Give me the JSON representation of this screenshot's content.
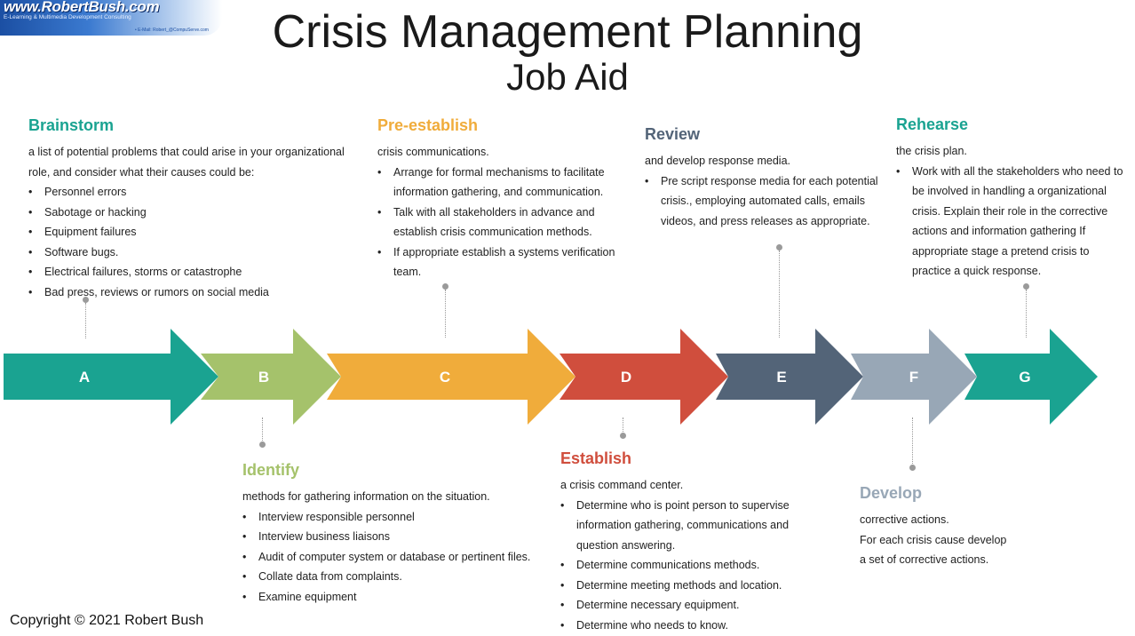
{
  "logo": {
    "url": "www.RobertBush.com",
    "tagline": "E-Learning & Multimedia Development Consulting",
    "email": "• E-Mail: Robert_@CompuServe.com"
  },
  "title": "Crisis Management Planning",
  "subtitle": "Job Aid",
  "steps": [
    {
      "letter": "A",
      "heading": "Brainstorm",
      "color": "#1aa391",
      "lead": "a list of potential problems that could arise in your organizational role, and consider what their causes could be:",
      "bullets": [
        "Personnel errors",
        "Sabotage or hacking",
        "Equipment failures",
        "Software bugs.",
        "Electrical failures, storms or catastrophe",
        "Bad press, reviews or rumors on social media"
      ]
    },
    {
      "letter": "B",
      "heading": "Identify",
      "color": "#a5c26b",
      "lead": "methods for gathering information on the situation.",
      "bullets": [
        "Interview responsible personnel",
        "Interview business liaisons",
        "Audit of computer system or database or pertinent files.",
        "Collate data from complaints.",
        "Examine equipment"
      ]
    },
    {
      "letter": "C",
      "heading": "Pre-establish",
      "color": "#f0ac3b",
      "lead": "crisis communications.",
      "bullets": [
        "Arrange for formal mechanisms to facilitate information gathering, and communication.",
        "Talk with all stakeholders in advance and establish crisis communication methods.",
        " If appropriate establish a systems verification team."
      ]
    },
    {
      "letter": "D",
      "heading": "Establish",
      "color": "#d04e3d",
      "lead": "a crisis command center.",
      "bullets": [
        "Determine who is point person to supervise information gathering, communications and question answering.",
        "Determine communications methods.",
        "Determine meeting methods and location.",
        "Determine necessary equipment.",
        "Determine who needs to know."
      ]
    },
    {
      "letter": "E",
      "heading": "Review",
      "color": "#536478",
      "lead": "and develop response media.",
      "bullets": [
        "Pre script response media for each potential crisis., employing automated calls, emails videos, and press releases as appropriate."
      ]
    },
    {
      "letter": "F",
      "heading": "Develop",
      "color": "#98a7b6",
      "lead": "corrective actions.",
      "extra": [
        "For each crisis cause develop",
        "a set of corrective actions."
      ],
      "bullets": []
    },
    {
      "letter": "G",
      "heading": "Rehearse",
      "color": "#1aa391",
      "lead": "the crisis plan.",
      "bullets": [
        "Work with all the stakeholders who need to be involved in handling a organizational crisis. Explain their role in the corrective actions and information gathering If appropriate stage a pretend crisis to practice a quick response."
      ]
    }
  ],
  "copyright": "Copyright © 2021 Robert Bush"
}
